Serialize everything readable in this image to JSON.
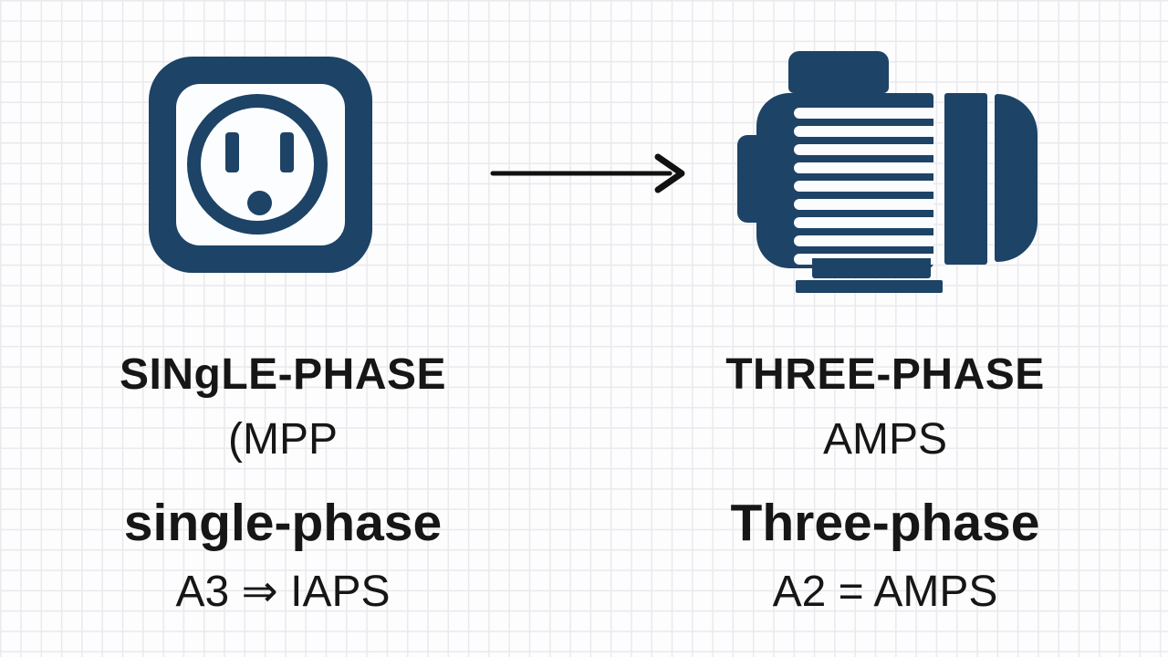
{
  "colors": {
    "navy": "#1d4366",
    "text": "#161616",
    "arrow": "#111111",
    "grid": "#e9e9ee",
    "background": "#fdfdfe"
  },
  "icons": {
    "power_outlet": "power-outlet-icon (css shapes: rounded square frame, circle ring, two slots, ground dot)",
    "electric_motor": "electric-motor-icon (css shapes: finned body, end caps, base)",
    "arrow_right": "arrow-right-icon (inline svg line + chevron)"
  },
  "left_panel": {
    "title": "SINgLE-PHASE",
    "subtitle": "(MPP",
    "caption": "single-phase",
    "formula": "A3 ⇒ IAPS"
  },
  "right_panel": {
    "title": "THREE-PHASE",
    "subtitle": "AMPS",
    "caption": "Three-phase",
    "formula": "A2 = AMPS"
  }
}
